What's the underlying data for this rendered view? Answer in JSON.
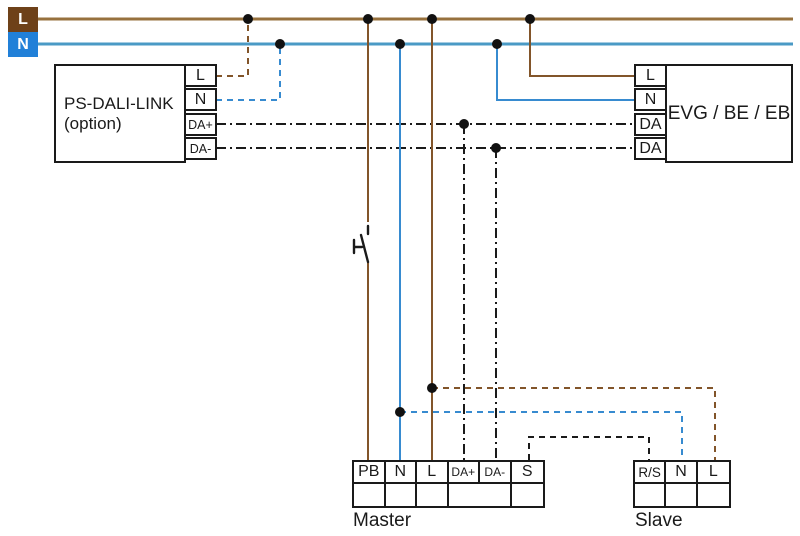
{
  "bus": {
    "live": "L",
    "neutral": "N"
  },
  "ps_unit": {
    "name": "PS-DALI-LINK",
    "qualifier": "(option)",
    "terminals": [
      "L",
      "N",
      "DA+",
      "DA-"
    ]
  },
  "evg_unit": {
    "name": "EVG / BE / EB",
    "terminals": [
      "L",
      "N",
      "DA",
      "DA"
    ]
  },
  "master_unit": {
    "label": "Master",
    "terminals": [
      "PB",
      "N",
      "L",
      "DA+",
      "DA-",
      "S"
    ]
  },
  "slave_unit": {
    "label": "Slave",
    "terminals": [
      "R/S",
      "N",
      "L"
    ]
  },
  "colors": {
    "bus_brown": "#97713d",
    "bus_blue": "#4a9ac5",
    "wire_brown": "#82552a",
    "wire_blue": "#378bd0",
    "live_badge": "#6e4119",
    "neutral_badge": "#2180d8",
    "line_black": "#1a1a1a"
  }
}
